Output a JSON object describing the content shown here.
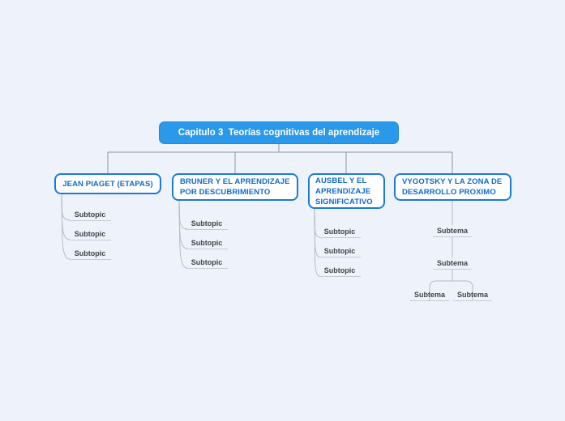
{
  "root": {
    "label": "Capitulo 3  Teorías cognitivas del aprendizaje"
  },
  "branches": [
    {
      "label": "JEAN PIAGET (ETAPAS)",
      "subtopics": [
        "Subtopic",
        "Subtopic",
        "Subtopic"
      ]
    },
    {
      "label": "BRUNER Y EL APRENDIZAJE POR DESCUBRIMIENTO",
      "subtopics": [
        "Subtopic",
        "Subtopic",
        "Subtopic"
      ]
    },
    {
      "label": "AUSBEL Y EL APRENDIZAJE SIGNIFICATIVO",
      "subtopics": [
        "Subtopic",
        "Subtopic",
        "Subtopic"
      ]
    },
    {
      "label": "VYGOTSKY Y LA ZONA DE DESARROLLO PROXIMO",
      "subtopics": [
        "Subtema",
        "Subtema"
      ],
      "children": [
        "Subtema",
        "Subtema"
      ]
    }
  ],
  "colors": {
    "background": "#eef2fb",
    "root_fill": "#2b99e9",
    "root_text": "#ffffff",
    "topic_border": "#1b7ad9",
    "topic_text": "#1169ca",
    "connector": "#a0a5ae",
    "branch_curve": "#b6bbc4",
    "subtopic_text": "#3f434e",
    "underline": "#c7cbd3"
  }
}
